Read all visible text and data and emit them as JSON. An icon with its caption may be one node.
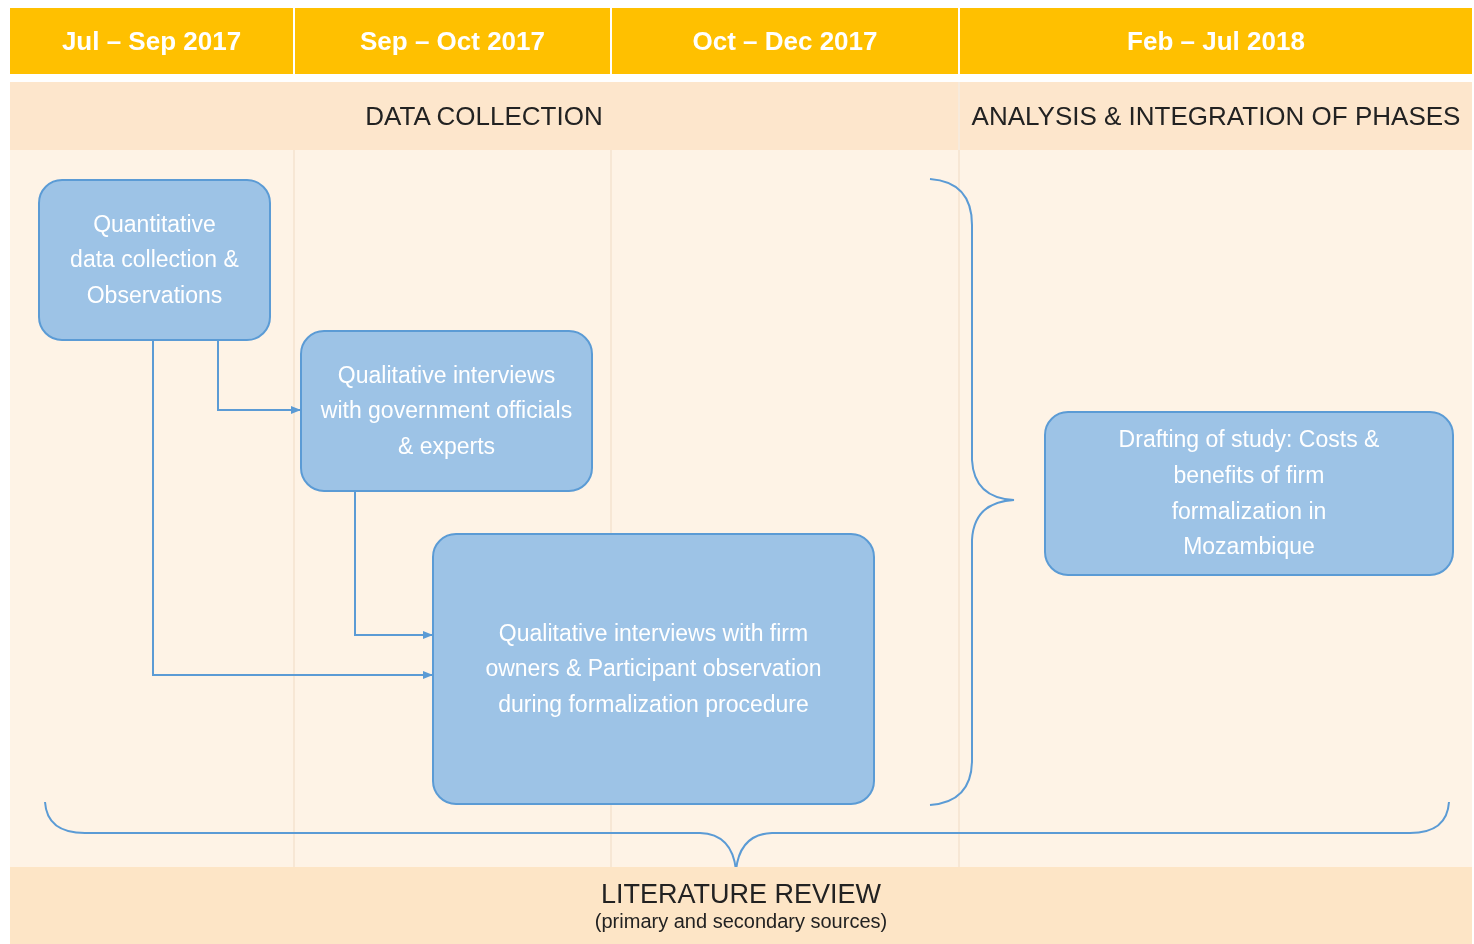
{
  "diagram": {
    "nodes": [
      {
        "text": [
          "Jul – Sep 2017"
        ]
      },
      {
        "text": [
          "Sep – Oct 2017"
        ]
      },
      {
        "text": [
          "Oct – Dec 2017"
        ]
      },
      {
        "text": [
          "Feb – Jul 2018"
        ]
      },
      {
        "text": [
          "DATA COLLECTION"
        ]
      },
      {
        "text": [
          "ANALYSIS & INTEGRATION OF PHASES"
        ]
      },
      {
        "text": [
          "Quantitative data collection & Observations"
        ]
      },
      {
        "text": [
          "Qualitative interviews with government officials & experts"
        ]
      },
      {
        "text": [
          "Qualitative interviews with firm owners & Participant observation during formalization procedure"
        ]
      },
      {
        "text": [
          "Drafting of study: Costs & benefits of firm formalization in Mozambique"
        ]
      },
      {
        "text": [
          "LITERATURE REVIEW",
          "(primary and secondary sources)"
        ]
      }
    ],
    "edges": [
      {
        "from": 6,
        "to": 7,
        "arrow": "to"
      },
      {
        "from": 7,
        "to": 8,
        "arrow": "to"
      },
      {
        "from": 6,
        "to": 8,
        "arrow": "to"
      }
    ]
  }
}
